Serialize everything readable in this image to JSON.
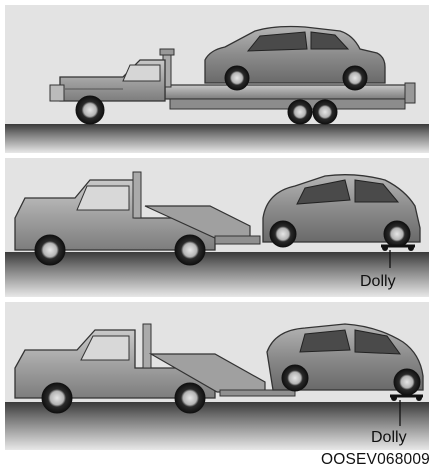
{
  "figure": {
    "panels": [
      {
        "id": "flatbed"
      },
      {
        "id": "wheel-lift-front"
      },
      {
        "id": "wheel-lift-rear"
      }
    ],
    "labels": {
      "dolly_1": "Dolly",
      "dolly_2": "Dolly"
    },
    "code": "OOSEV068009",
    "colors": {
      "panel_bg": "#e3e3e3",
      "road": "#3d3d3d",
      "truck": "#9c9c9c",
      "car": "#8a8a8a"
    }
  }
}
